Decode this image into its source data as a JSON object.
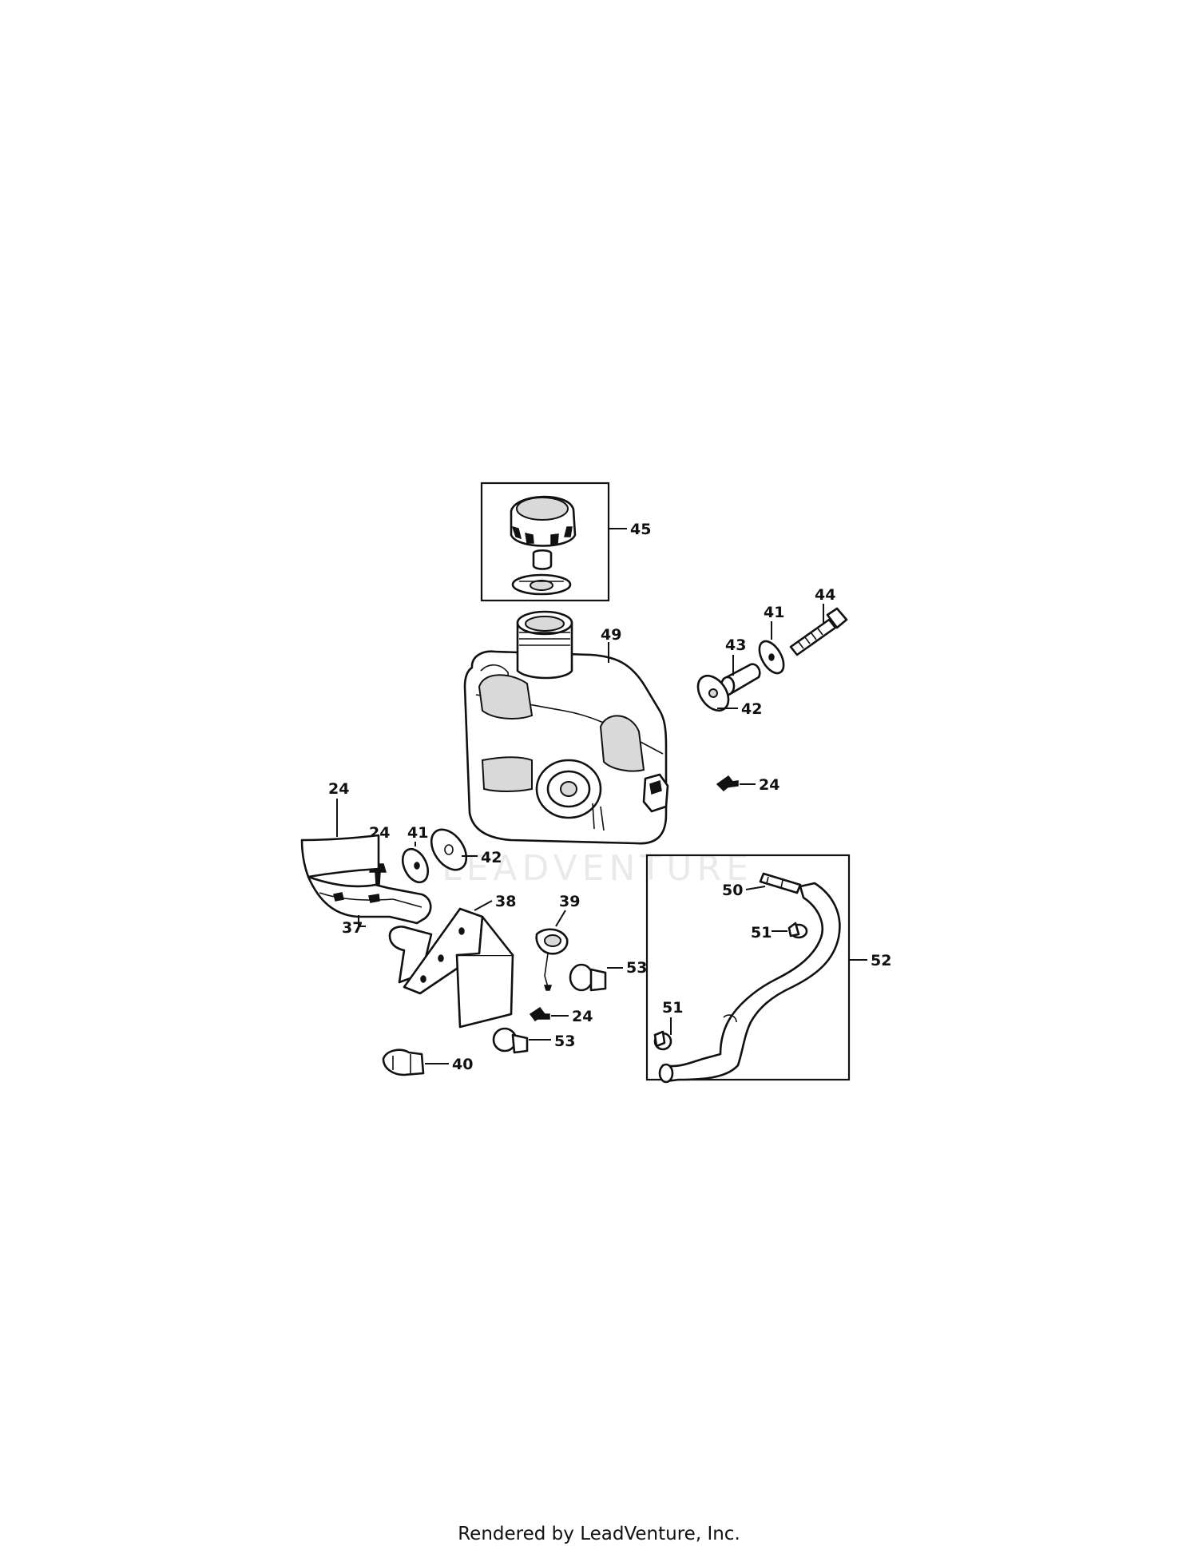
{
  "watermark": "LEADVENTURE",
  "footer": "Rendered by LeadVenture, Inc.",
  "callouts": {
    "c45": "45",
    "c49": "49",
    "c44": "44",
    "c41a": "41",
    "c43": "43",
    "c42a": "42",
    "c24a": "24",
    "c24b": "24",
    "c24c": "24",
    "c24d": "24",
    "c41b": "41",
    "c42b": "42",
    "c37": "37",
    "c38": "38",
    "c39": "39",
    "c53a": "53",
    "c53b": "53",
    "c40": "40",
    "c50": "50",
    "c51a": "51",
    "c51b": "51",
    "c52": "52"
  }
}
